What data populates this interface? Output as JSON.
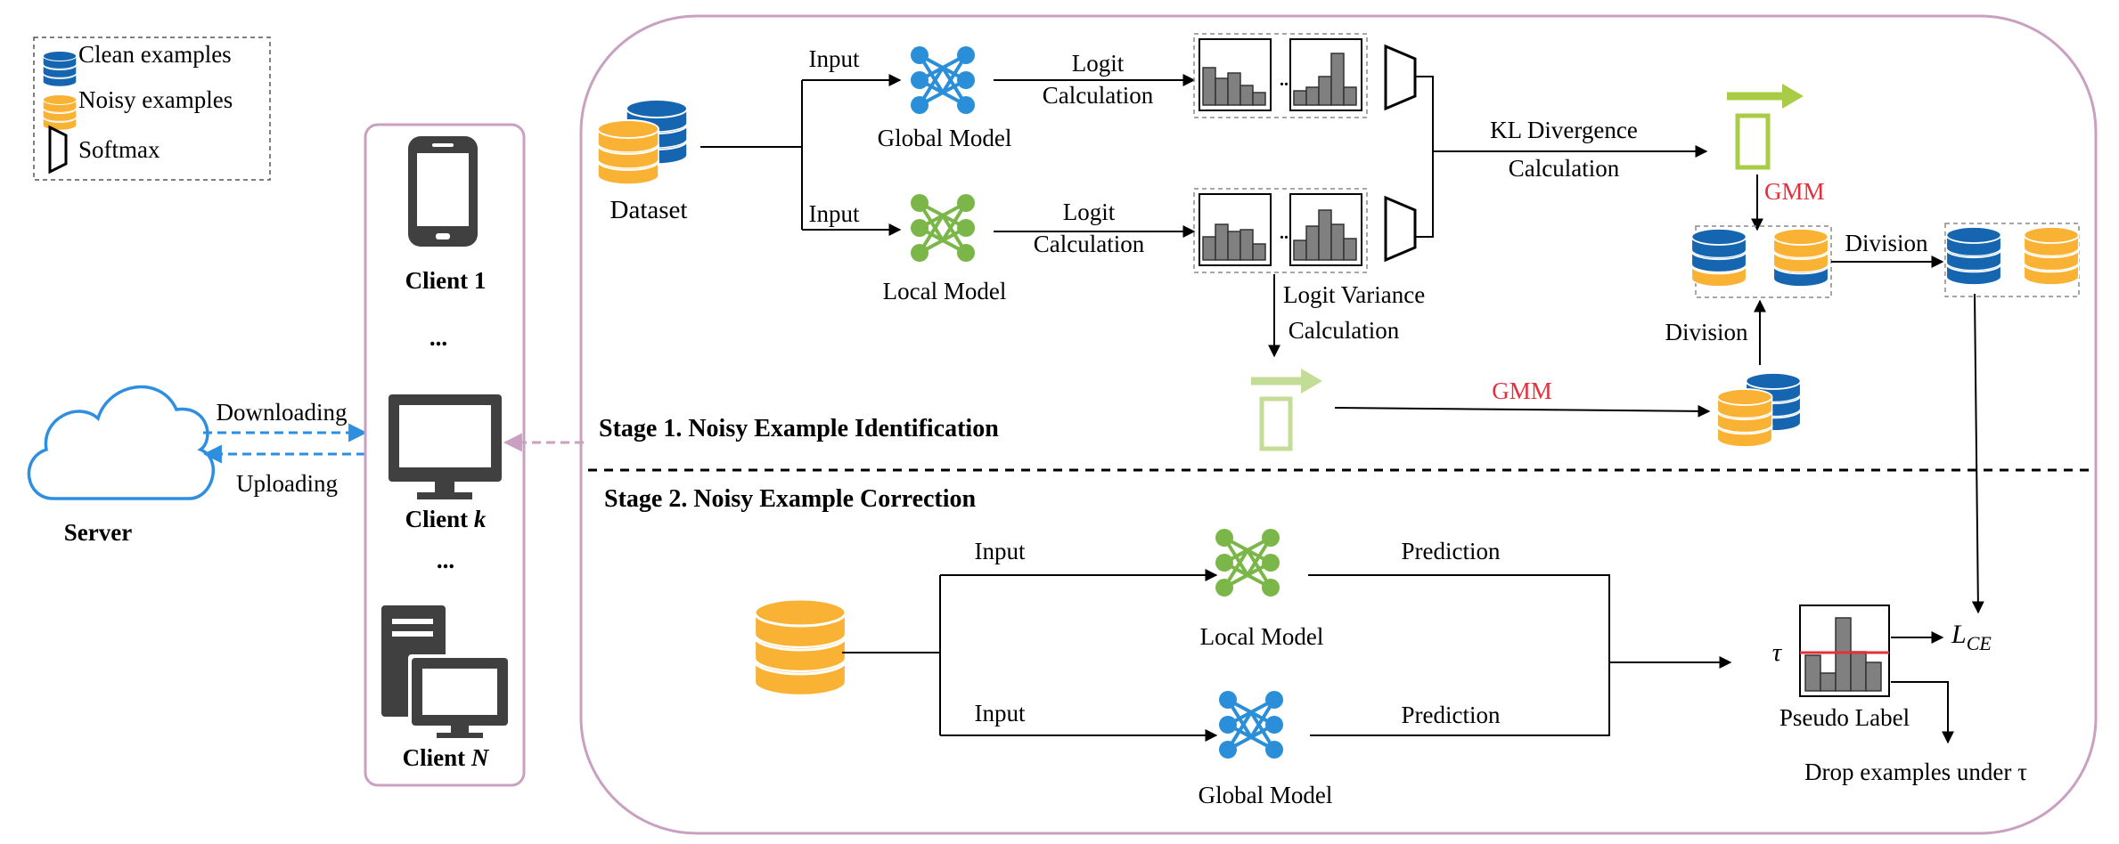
{
  "legend": {
    "clean": "Clean examples",
    "noisy": "Noisy examples",
    "softmax": "Softmax"
  },
  "server": {
    "label": "Server",
    "downloading": "Downloading",
    "uploading": "Uploading"
  },
  "clients": {
    "client1": "Client 1",
    "ellipsis1": "...",
    "clientk_prefix": "Client ",
    "clientk_var": "k",
    "ellipsis2": "...",
    "clientN_prefix": "Client ",
    "clientN_var": "N"
  },
  "stage1": {
    "title": "Stage 1. Noisy Example Identification",
    "dataset": "Dataset",
    "input_top": "Input",
    "input_bottom": "Input",
    "global_model": "Global Model",
    "local_model": "Local Model",
    "logit_top_l1": "Logit",
    "logit_top_l2": "Calculation",
    "logit_bottom_l1": "Logit",
    "logit_bottom_l2": "Calculation",
    "dots": "...",
    "kl_l1": "KL Divergence",
    "kl_l2": "Calculation",
    "gmm_top": "GMM",
    "gmm_bottom": "GMM",
    "variance_l1": "Logit Variance",
    "variance_l2": "Calculation",
    "division_right": "Division",
    "division_up": "Division"
  },
  "stage2": {
    "title": "Stage 2. Noisy Example Correction",
    "input_top": "Input",
    "input_bottom": "Input",
    "local_model": "Local Model",
    "global_model": "Global Model",
    "prediction_top": "Prediction",
    "prediction_bottom": "Prediction",
    "tau": "τ",
    "pseudo_label": "Pseudo Label",
    "loss_main": "L",
    "loss_sub": "CE",
    "drop": "Drop examples under τ"
  },
  "colors": {
    "blue": "#1565b0",
    "yellow": "#f9b233",
    "green": "#7ab648",
    "lightgreen": "#b5d67e",
    "netblue": "#2a8fd8",
    "pink": "#c9a0c0",
    "cloud": "#2e8ee0",
    "gmm": "#e5303c",
    "gray": "#404040"
  }
}
